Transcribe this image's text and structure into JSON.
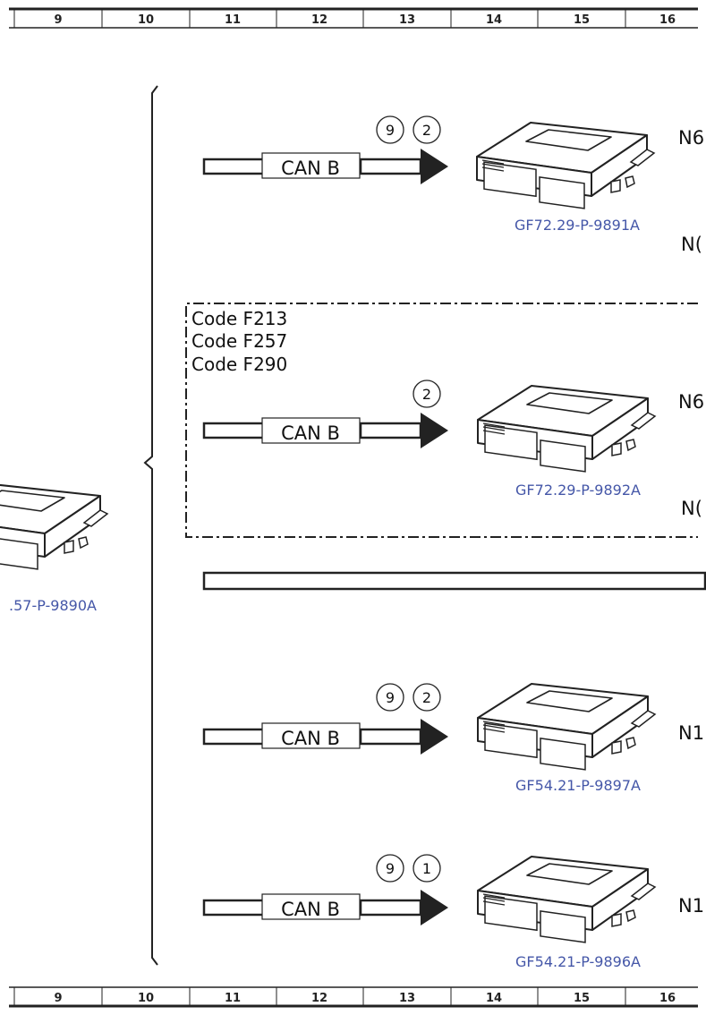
{
  "ruler": {
    "numbers": [
      "9",
      "10",
      "11",
      "12",
      "13",
      "14",
      "15",
      "16"
    ]
  },
  "left_component": {
    "ref": ".57-P-9890A"
  },
  "rows": [
    {
      "bus": "CAN B",
      "circles": [
        "9",
        "2"
      ],
      "ref": "GF72.29-P-9891A",
      "label_top": "N6",
      "label_bottom": "N("
    },
    {
      "bus": "CAN B",
      "circles": [
        "2"
      ],
      "ref": "GF72.29-P-9892A",
      "label_top": "N6",
      "label_bottom": "N("
    },
    {
      "bus": "CAN B",
      "circles": [
        "9",
        "2"
      ],
      "ref": "GF54.21-P-9897A",
      "label_top": "N1"
    },
    {
      "bus": "CAN B",
      "circles": [
        "9",
        "1"
      ],
      "ref": "GF54.21-P-9896A",
      "label_top": "N1"
    }
  ],
  "code_box": {
    "lines": [
      "Code F213",
      "Code F257",
      "Code F290"
    ]
  },
  "colors": {
    "reference": "#4557a8",
    "line": "#222222"
  }
}
